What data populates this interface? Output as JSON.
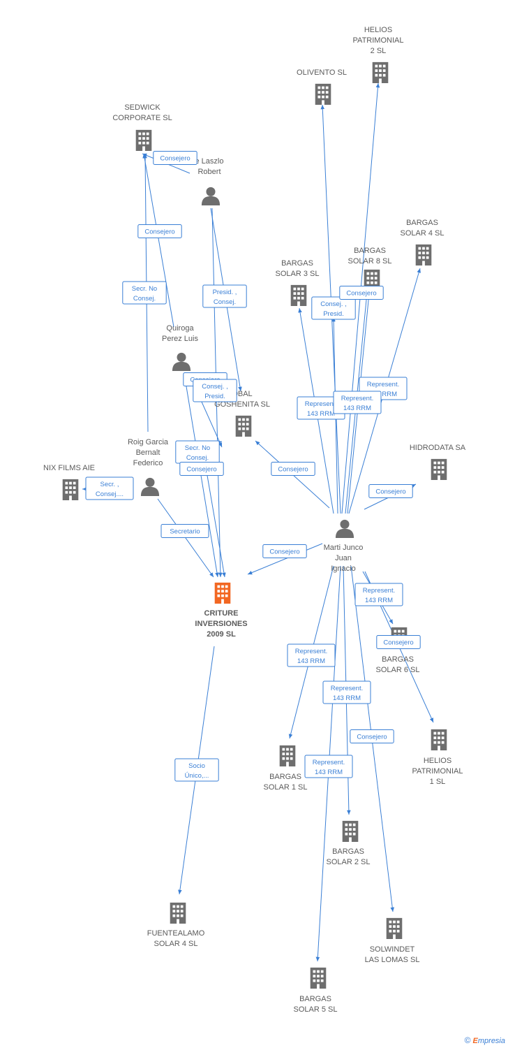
{
  "colors": {
    "edge": "#3a7fd5",
    "node": "#6e6e6e",
    "focus_node": "#f26722",
    "label": "#5a5a5a"
  },
  "nodes": [
    {
      "id": "sedwick",
      "type": "company",
      "label": [
        "SEDWICK",
        "CORPORATE SL"
      ]
    },
    {
      "id": "laszlo",
      "type": "person",
      "label": [
        "e Laszlo",
        "Robert"
      ]
    },
    {
      "id": "olivento",
      "type": "company",
      "label": [
        "OLIVENTO SL"
      ]
    },
    {
      "id": "helios2",
      "type": "company",
      "label": [
        "HELIOS",
        "PATRIMONIAL",
        "2 SL"
      ]
    },
    {
      "id": "bargas4",
      "type": "company",
      "label": [
        "BARGAS",
        "SOLAR 4 SL"
      ]
    },
    {
      "id": "bargas3",
      "type": "company",
      "label": [
        "BARGAS",
        "SOLAR 3 SL"
      ]
    },
    {
      "id": "bargas8",
      "type": "company",
      "label": [
        "BARGAS",
        "SOLAR 8 SL"
      ]
    },
    {
      "id": "quiroga",
      "type": "person",
      "label": [
        "Quiroga",
        "Perez Luis"
      ]
    },
    {
      "id": "goshenita",
      "type": "company",
      "label": [
        "OBAL",
        "GOSHENITA SL"
      ]
    },
    {
      "id": "hidrodata",
      "type": "company",
      "label": [
        "HIDRODATA SA"
      ]
    },
    {
      "id": "roig",
      "type": "person",
      "label": [
        "Roig Garcia",
        "Bernalt",
        "Federico"
      ]
    },
    {
      "id": "nixfilms",
      "type": "company",
      "label": [
        "NIX FILMS AIE"
      ]
    },
    {
      "id": "marti",
      "type": "person",
      "label": [
        "Marti Junco",
        "Juan",
        "Ignacio"
      ]
    },
    {
      "id": "criture",
      "type": "focus",
      "label": [
        "CRITURE",
        "INVERSIONES",
        "2009 SL"
      ]
    },
    {
      "id": "bargas6",
      "type": "company",
      "label": [
        "BARGAS",
        "SOLAR 6 SL"
      ]
    },
    {
      "id": "helios1",
      "type": "company",
      "label": [
        "HELIOS",
        "PATRIMONIAL",
        "1 SL"
      ]
    },
    {
      "id": "bargas1",
      "type": "company",
      "label": [
        "BARGAS",
        "SOLAR 1 SL"
      ]
    },
    {
      "id": "bargas2",
      "type": "company",
      "label": [
        "BARGAS",
        "SOLAR 2 SL"
      ]
    },
    {
      "id": "solwindet",
      "type": "company",
      "label": [
        "SOLWINDET",
        "LAS LOMAS SL"
      ]
    },
    {
      "id": "bargas5",
      "type": "company",
      "label": [
        "BARGAS",
        "SOLAR 5 SL"
      ]
    },
    {
      "id": "fuentealamo",
      "type": "company",
      "label": [
        "FUENTEALAMO",
        "SOLAR 4 SL"
      ]
    }
  ],
  "edges": [
    {
      "id": "e1",
      "from": "laszlo",
      "to": "sedwick",
      "label": [
        "Consejero"
      ]
    },
    {
      "id": "e2",
      "from": "quiroga",
      "to": "sedwick",
      "label": [
        "Consejero"
      ]
    },
    {
      "id": "e3",
      "from": "roig",
      "to": "sedwick",
      "label": [
        "Secr.  No",
        "Consej."
      ]
    },
    {
      "id": "e4",
      "from": "laszlo",
      "to": "goshenita",
      "label": [
        "Presid. ,",
        "Consej."
      ]
    },
    {
      "id": "e5",
      "from": "laszlo",
      "to": "criture",
      "label": []
    },
    {
      "id": "e6",
      "from": "quiroga",
      "to": "goshenita",
      "label": [
        "Consejero"
      ]
    },
    {
      "id": "e7",
      "from": "quiroga",
      "to": "criture",
      "label": [
        "Consej. ,",
        "Presid."
      ]
    },
    {
      "id": "e8",
      "from": "roig",
      "to": "criture",
      "label": [
        "Secretario"
      ]
    },
    {
      "id": "e9",
      "from": "roig",
      "to": "nixfilms",
      "label": [
        "Secr. ,",
        "Consej...."
      ]
    },
    {
      "id": "e10",
      "from": "roig",
      "to": "goshenita",
      "label": [
        "Secr.  No",
        "Consej."
      ]
    },
    {
      "id": "e11",
      "from": "quiroga",
      "to": "criture",
      "label": [
        "Consejero"
      ]
    },
    {
      "id": "e12",
      "from": "marti",
      "to": "olivento",
      "label": []
    },
    {
      "id": "e13",
      "from": "marti",
      "to": "helios2",
      "label": []
    },
    {
      "id": "e14",
      "from": "marti",
      "to": "bargas3",
      "label": [
        "Represent.",
        "143 RRM"
      ]
    },
    {
      "id": "e15",
      "from": "marti",
      "to": "bargas8",
      "label": [
        "Consej. ,",
        "Presid."
      ]
    },
    {
      "id": "e16",
      "from": "marti",
      "to": "bargas8",
      "label": [
        "Consejero"
      ]
    },
    {
      "id": "e17",
      "from": "marti",
      "to": "bargas4",
      "label": [
        "Represent.",
        "143 RRM"
      ]
    },
    {
      "id": "e18",
      "from": "marti",
      "to": "bargas8",
      "label": [
        "Represent.",
        "143 RRM"
      ]
    },
    {
      "id": "e19",
      "from": "marti",
      "to": "goshenita",
      "label": [
        "Consejero"
      ]
    },
    {
      "id": "e20",
      "from": "marti",
      "to": "hidrodata",
      "label": [
        "Consejero"
      ]
    },
    {
      "id": "e21",
      "from": "marti",
      "to": "criture",
      "label": [
        "Consejero"
      ]
    },
    {
      "id": "e22",
      "from": "marti",
      "to": "bargas6",
      "label": [
        "Represent.",
        "143 RRM"
      ]
    },
    {
      "id": "e23",
      "from": "marti",
      "to": "helios1",
      "label": [
        "Consejero"
      ]
    },
    {
      "id": "e24",
      "from": "marti",
      "to": "bargas1",
      "label": [
        "Represent.",
        "143 RRM"
      ]
    },
    {
      "id": "e25",
      "from": "marti",
      "to": "bargas2",
      "label": [
        "Represent.",
        "143 RRM"
      ]
    },
    {
      "id": "e26",
      "from": "marti",
      "to": "solwindet",
      "label": [
        "Consejero"
      ]
    },
    {
      "id": "e27",
      "from": "marti",
      "to": "bargas5",
      "label": [
        "Represent.",
        "143 RRM"
      ]
    },
    {
      "id": "e28",
      "from": "criture",
      "to": "fuentealamo",
      "label": [
        "Socio",
        "Único,..."
      ]
    }
  ],
  "copyright": {
    "symbol": "©",
    "brand_first": "E",
    "brand_rest": "mpresia"
  }
}
